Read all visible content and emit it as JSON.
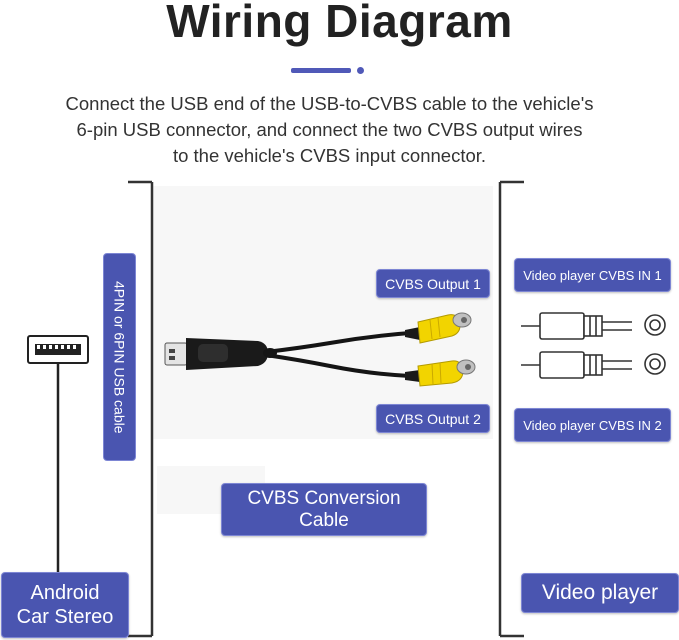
{
  "header": {
    "title": "Wiring Diagram",
    "description": "Connect the USB end of the USB-to-CVBS cable to the vehicle's 6-pin USB connector, and connect the two CVBS output wires to the vehicle's CVBS input connector.",
    "description_lines": [
      "Connect the USB end of the USB-to-CVBS cable to the vehicle's",
      "6-pin USB connector, and connect the two CVBS output wires",
      "to the vehicle's CVBS input connector."
    ]
  },
  "labels": {
    "usb_cable": "4PIN or 6PIN USB cable",
    "cvbs_output_1": "CVBS Output 1",
    "cvbs_output_2": "CVBS Output 2",
    "conversion_cable_line1": "CVBS Conversion",
    "conversion_cable_line2": "Cable",
    "video_in_1": "Video player CVBS IN 1",
    "video_in_2": "Video player CVBS IN 2",
    "android_line1": "Android",
    "android_line2": "Car Stereo",
    "video_player": "Video player"
  },
  "colors": {
    "accent": "#4a55b0",
    "bracket": "#333333",
    "rca_yellow": "#f2d400",
    "cable_black": "#151515"
  },
  "icons": {
    "usb_port": "usb-port-icon",
    "rca_plug": "rca-plug-icon",
    "rca_jack": "rca-jack-icon"
  }
}
